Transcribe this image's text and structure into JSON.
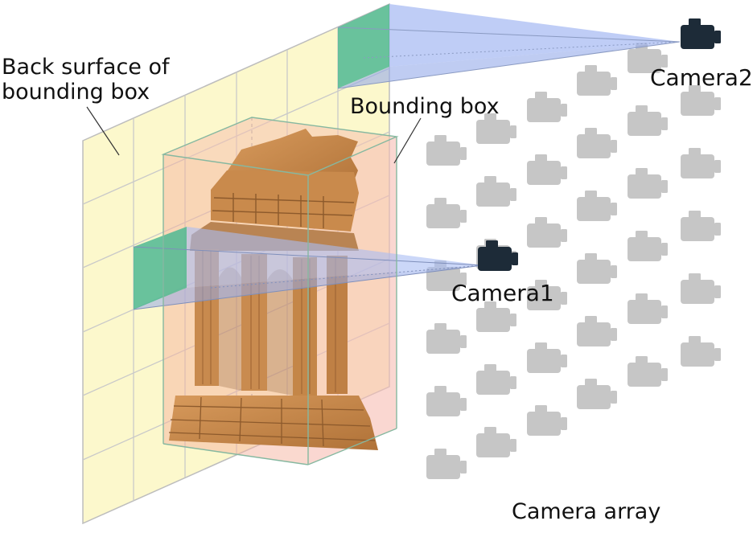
{
  "labels": {
    "back_surface": [
      "Back surface of",
      "bounding box"
    ],
    "bounding_box": "Bounding box",
    "camera1": "Camera1",
    "camera2": "Camera2",
    "camera_array": "Camera array"
  },
  "colors": {
    "back_surface_fill": "#fcf7c6",
    "bounding_box_fill": "#f7b6a2",
    "frustum_fill": "#a9bcf3",
    "near_plane_fill": "#4fb893",
    "stone": "#c7884a",
    "active_camera": "#1d2b38",
    "array_camera": "#c6c6c6",
    "grid_line": "#c9c9c9"
  },
  "icons": {
    "active_camera": "camera-icon",
    "array_camera": "camera-icon",
    "temple": "temple-model-icon"
  }
}
